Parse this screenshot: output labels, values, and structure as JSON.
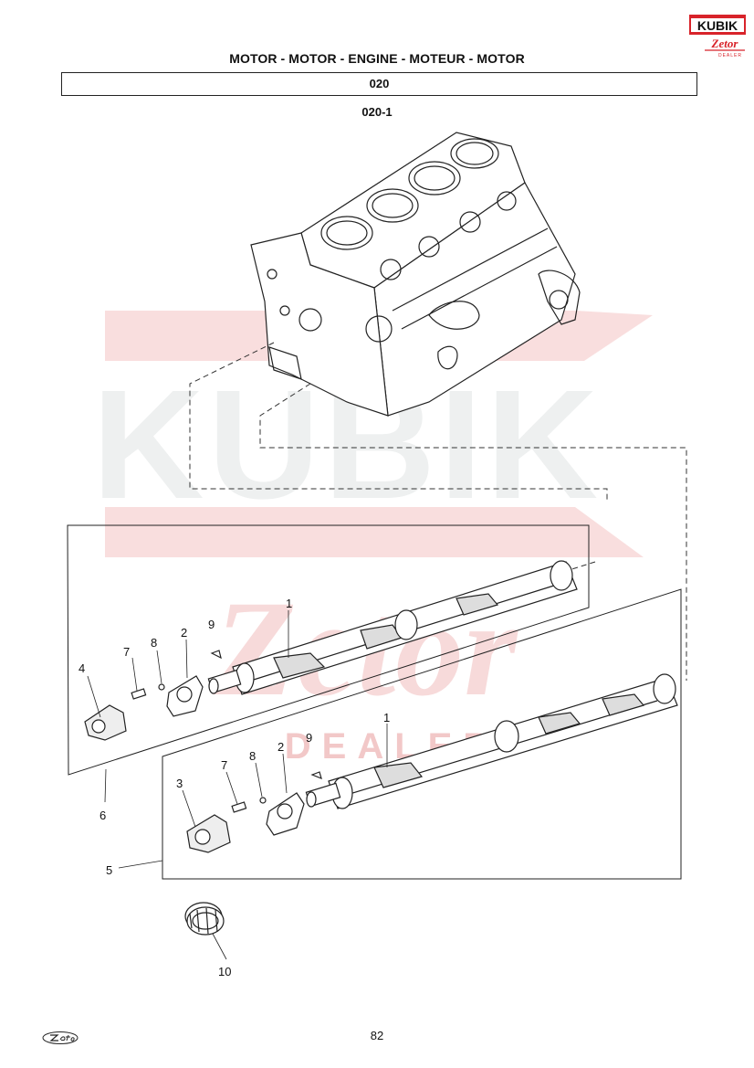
{
  "header": {
    "title": "MOTOR - MOTOR - ENGINE - MOTEUR - MOTOR",
    "section": "020",
    "subsection": "020-1"
  },
  "logo": {
    "brand": "KUBIK",
    "sub_brand": "Zetor",
    "sub_label": "DEALER",
    "primary_color": "#d8232a"
  },
  "watermark": {
    "text": "KUBIK",
    "sub_text": "DEALER",
    "color": "#f6d3d3"
  },
  "callouts": {
    "c1a": "1",
    "c2a": "2",
    "c4": "4",
    "c7a": "7",
    "c8a": "8",
    "c9a": "9",
    "c6": "6",
    "c1b": "1",
    "c2b": "2",
    "c3": "3",
    "c7b": "7",
    "c8b": "8",
    "c9b": "9",
    "c5": "5",
    "c10": "10"
  },
  "footer": {
    "page_number": "82",
    "footer_logo_icon": "zetor-logo-icon"
  }
}
